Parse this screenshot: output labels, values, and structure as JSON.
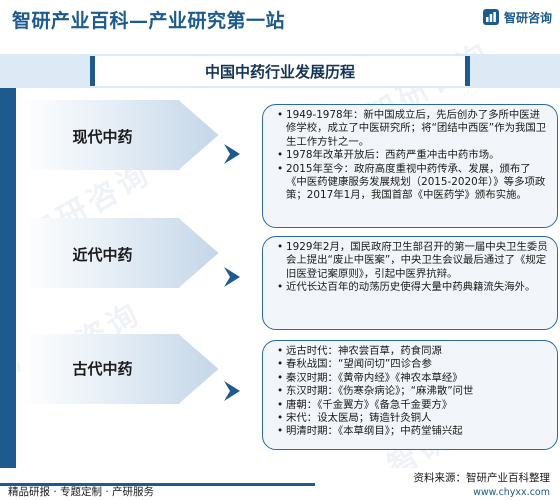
{
  "header": {
    "title": "智研产业百科—产业研究第一站",
    "brand_name": "智研咨询"
  },
  "page_title": "中国中药行业发展历程",
  "stages": [
    {
      "label": "现代中药",
      "items": [
        "1949-1978年：新中国成立后，先后创办了多所中医进修学校，成立了中医研究所；将“团结中西医”作为我国卫生工作方针之一。",
        "1978年改革开放后：西药严重冲击中药市场。",
        "2015年至今：政府高度重视中药传承、发展，颁布了《中医药健康服务发展规划（2015-2020年）》等多项政策；2017年1月，我国首部《中医药学》颁布实施。"
      ]
    },
    {
      "label": "近代中药",
      "items": [
        "1929年2月，国民政府卫生部召开的第一届中央卫生委员会上提出“废止中医案”，中央卫生会议最后通过了《规定旧医登记案原则》，引起中医界抗辩。",
        "近代长达百年的动荡历史使得大量中药典籍流失海外。"
      ]
    },
    {
      "label": "古代中药",
      "items": [
        "远古时代：神农尝百草，药食同源",
        "春秋战国：“望闻问切”四诊合参",
        "秦汉时期：《黄帝内经》《神农本草经》",
        "东汉时期：《伤寒杂病论》；“麻沸散”问世",
        "唐朝：《千金翼方》《备急千金要方》",
        "宋代：设太医局；铸造针灸铜人",
        "明清时期：《本草纲目》；中药堂铺兴起"
      ]
    }
  ],
  "watermark": "智研咨询",
  "footer": {
    "left_text": "精品研报 · 专题定制 · 产研服务",
    "source": "资料来源：智研产业百科整理",
    "url": "www.chyxx.com"
  },
  "colors": {
    "primary": "#1d5a8e",
    "band": "#dde9f4",
    "panel_bg": "#f2f6fa",
    "panel_border": "#2a6aa3"
  },
  "icons": [
    "brand-logo-icon",
    "stage-shape-icon",
    "arrow-icon"
  ]
}
